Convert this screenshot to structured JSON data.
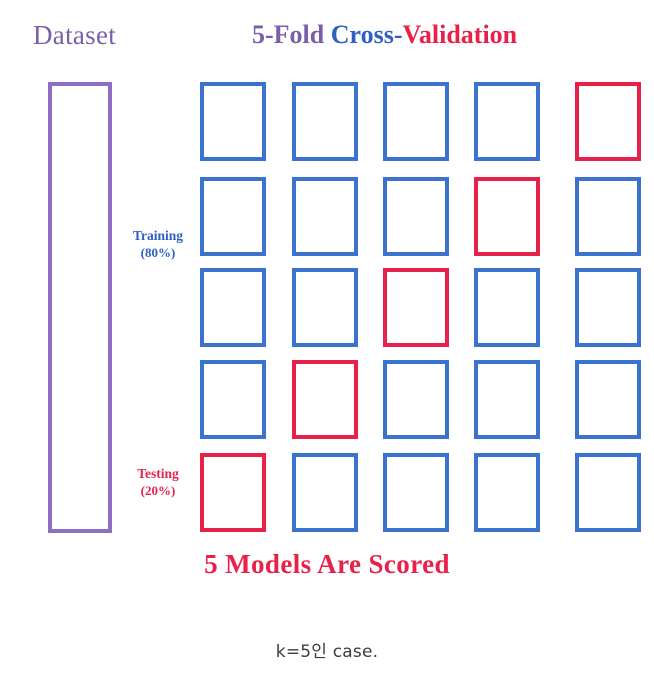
{
  "figure": {
    "dataset_label": "Dataset",
    "title_segments": [
      {
        "text": "5-Fold ",
        "color": "#7B5EA8"
      },
      {
        "text": "Cross-",
        "color": "#2F5FC4"
      },
      {
        "text": "Validation",
        "color": "#E8214B"
      }
    ],
    "title_full": "5-Fold Cross-Validation",
    "footer_label": "5 Models Are Scored",
    "caption": "k=5인 case."
  },
  "legend": {
    "training": {
      "name": "Training",
      "percent": "(80%)",
      "color": "#2F5FC4"
    },
    "testing": {
      "name": "Testing",
      "percent": "(20%)",
      "color": "#E8214B"
    }
  },
  "colors": {
    "background": "#ffffff",
    "dataset_purple": "#8E6DC4",
    "title_purple": "#7B5EA8",
    "train_blue": "#3A72CE",
    "test_red": "#E8214B",
    "caption_text": "#3C3C3C"
  },
  "chart_data": {
    "type": "diagram",
    "k_folds": 5,
    "rows": 5,
    "columns": 5,
    "train_fraction": 0.8,
    "test_fraction": 0.2,
    "test_fold_index_per_row": [
      4,
      3,
      2,
      1,
      0
    ],
    "grid": [
      [
        "train",
        "train",
        "train",
        "train",
        "test"
      ],
      [
        "train",
        "train",
        "train",
        "test",
        "train"
      ],
      [
        "train",
        "train",
        "test",
        "train",
        "train"
      ],
      [
        "train",
        "test",
        "train",
        "train",
        "train"
      ],
      [
        "test",
        "train",
        "train",
        "train",
        "train"
      ]
    ]
  }
}
